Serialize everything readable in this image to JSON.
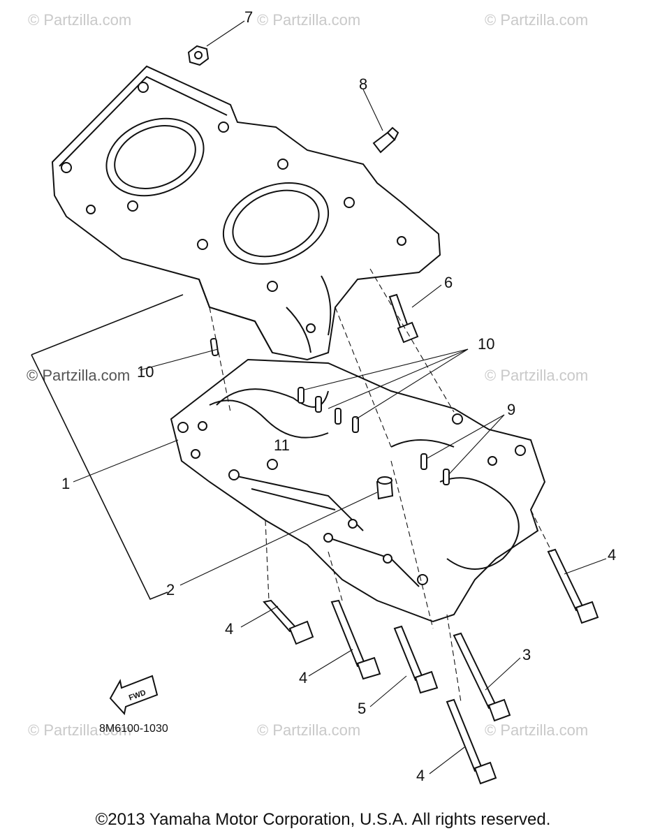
{
  "watermarks": {
    "top_left": "© Partzilla.com",
    "top_center": "© Partzilla.com",
    "top_right": "© Partzilla.com",
    "mid_left": "© Partzilla.com",
    "mid_right": "© Partzilla.com",
    "bottom_left": "© Partzilla.com",
    "bottom_center": "© Partzilla.com",
    "bottom_right": "© Partzilla.com"
  },
  "callouts": {
    "c1": "1",
    "c2": "2",
    "c3": "3",
    "c4a": "4",
    "c4b": "4",
    "c4c": "4",
    "c4d": "4",
    "c5": "5",
    "c6": "6",
    "c7": "7",
    "c8": "8",
    "c9": "9",
    "c10a": "10",
    "c10b": "10",
    "c11": "11"
  },
  "forward_marker": "FWD",
  "diagram_code": "8M6100-1030",
  "copyright": "©2013  Yamaha Motor Corporation, U.S.A. All rights reserved."
}
